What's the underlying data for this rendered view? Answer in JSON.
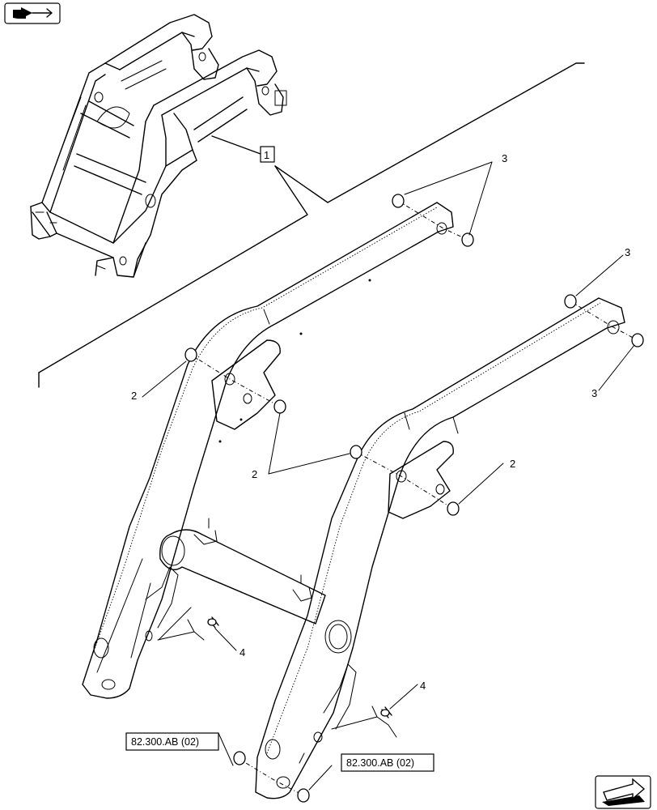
{
  "callouts": {
    "item1": "1",
    "item2": "2",
    "item3": "3",
    "item4": "4"
  },
  "references": {
    "left": "82.300.AB (02)",
    "right": "82.300.AB (02)"
  },
  "icons": {
    "top_left": "navigate-back-icon",
    "bottom_right": "navigate-next-icon"
  }
}
